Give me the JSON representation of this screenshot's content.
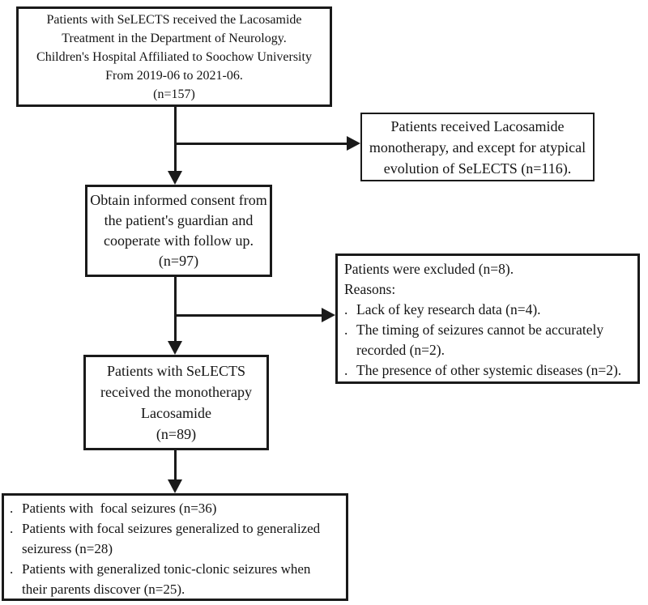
{
  "colors": {
    "ink": "#141414",
    "border": "#1a1a1a",
    "background": "#ffffff"
  },
  "bullet_char": ".",
  "boxes": {
    "enrollment": {
      "lines": [
        "Patients with SeLECTS received the Lacosamide",
        "Treatment in the Department of Neurology.",
        "Children's Hospital Affiliated to Soochow University",
        "From 2019-06 to 2021-06.",
        "(n=157)"
      ]
    },
    "monotherapy_exception": {
      "lines": [
        "Patients received Lacosamide",
        "monotherapy, and except for atypical",
        "evolution of SeLECTS (n=116)."
      ]
    },
    "informed_consent": {
      "lines": [
        "Obtain informed consent from",
        "the patient's guardian and",
        "cooperate with follow up.",
        "(n=97)"
      ]
    },
    "excluded": {
      "title": "Patients were excluded (n=8).",
      "reasons_label": "Reasons:",
      "items": [
        {
          "lines": [
            "Lack of key research data (n=4)."
          ]
        },
        {
          "lines": [
            "The timing of seizures cannot be accurately",
            "recorded (n=2)."
          ]
        },
        {
          "lines": [
            "The presence of other systemic diseases (n=2)."
          ]
        }
      ]
    },
    "monotherapy_cohort": {
      "lines": [
        "Patients with SeLECTS",
        "received the monotherapy",
        "Lacosamide",
        "(n=89)"
      ]
    },
    "seizure_outcomes": {
      "items": [
        {
          "lines": [
            "Patients with  focal seizures (n=36)"
          ]
        },
        {
          "lines": [
            "Patients with focal seizures generalized to generalized",
            "seizuress (n=28)"
          ]
        },
        {
          "lines": [
            "Patients with generalized tonic-clonic seizures when",
            "their parents discover (n=25)."
          ]
        }
      ]
    }
  }
}
